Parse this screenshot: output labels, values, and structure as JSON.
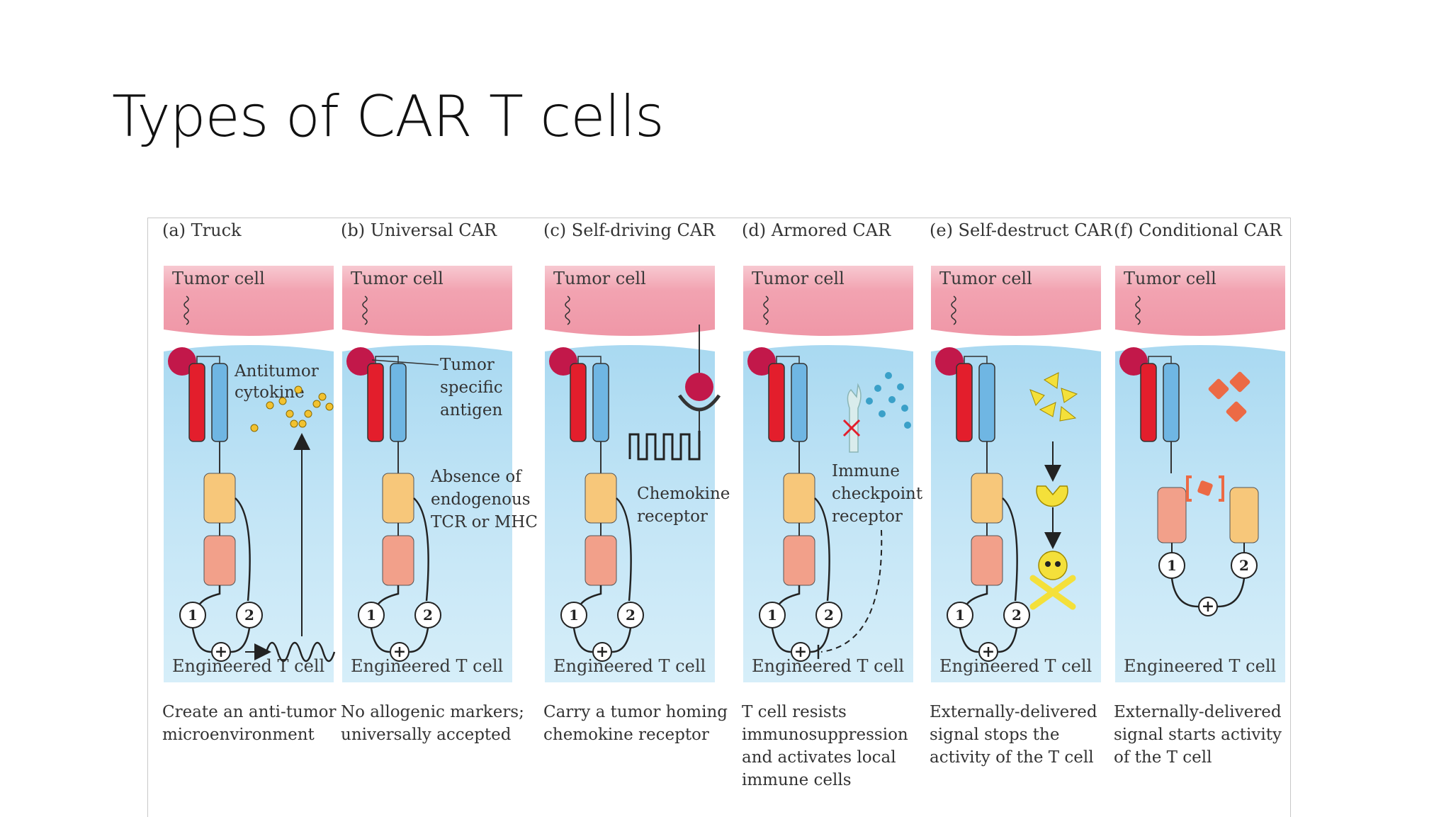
{
  "slide": {
    "title": "Types of CAR T cells"
  },
  "figure": {
    "common": {
      "tumor_cell_label": "Tumor cell",
      "t_cell_label": "Engineered T cell",
      "signal_1": "1",
      "signal_2": "2",
      "plus": "+"
    },
    "colors": {
      "tumor": "#f2a3b1",
      "tcell": "#bfe3f5",
      "car_red": "#e31e2c",
      "car_blue": "#6fb6e3",
      "domain_orange": "#f7c77a",
      "domain_salmon": "#f2a08a",
      "antigen": "#c2184a",
      "cytokine": "#f2c230",
      "yellow_drug": "#f4e03a",
      "orange_drug": "#ec6a45",
      "checkpoint_dots": "#3aa0c8"
    },
    "panels": [
      {
        "id": "a",
        "title": "(a) Truck",
        "annotations": [
          "Antitumor",
          "cytokine"
        ],
        "caption": [
          "Create an anti-tumor",
          "microenvironment"
        ]
      },
      {
        "id": "b",
        "title": "(b) Universal CAR",
        "annotations": [
          "Tumor",
          "specific",
          "antigen"
        ],
        "annotations2": [
          "Absence of",
          "endogenous",
          "TCR or MHC"
        ],
        "caption": [
          "No allogenic markers;",
          "universally accepted"
        ]
      },
      {
        "id": "c",
        "title": "(c) Self-driving CAR",
        "annotations": [
          "Chemokine",
          "receptor"
        ],
        "caption": [
          "Carry a tumor homing",
          "chemokine receptor"
        ]
      },
      {
        "id": "d",
        "title": "(d) Armored CAR",
        "annotations": [
          "Immune",
          "checkpoint",
          "receptor"
        ],
        "caption": [
          "T cell resists",
          "immunosuppression",
          "and activates local",
          "immune cells"
        ]
      },
      {
        "id": "e",
        "title": "(e) Self-destruct CAR",
        "caption": [
          "Externally-delivered",
          "signal stops the",
          "activity of the T cell"
        ]
      },
      {
        "id": "f",
        "title": "(f) Conditional CAR",
        "caption": [
          "Externally-delivered",
          "signal starts activity",
          "of the T cell"
        ]
      }
    ]
  }
}
